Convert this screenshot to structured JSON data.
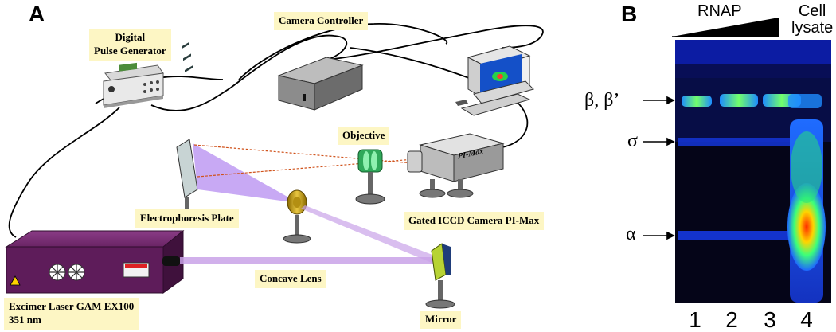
{
  "panel_a": {
    "letter": "A",
    "labels": {
      "pulse_generator_line1": "Digital",
      "pulse_generator_line2": "Pulse Generator",
      "camera_controller": "Camera Controller",
      "objective": "Objective",
      "electrophoresis_plate": "Electrophoresis Plate",
      "camera": "Gated ICCD Camera PI-Max",
      "concave_lens": "Concave Lens",
      "laser_line1": "Excimer Laser GAM EX100",
      "laser_line2": "351 nm",
      "mirror": "Mirror",
      "camera_brand": "PI-Max"
    },
    "colors": {
      "laser_body": "#5e1c5a",
      "laser_beam": "#c9a2e8",
      "label_bg": "#fdf6c4"
    }
  },
  "panel_b": {
    "letter": "B",
    "header_rnap": "RNAP",
    "header_cell_line1": "Cell",
    "header_cell_line2": "lysate",
    "bands": [
      {
        "label": "β, β’"
      },
      {
        "label": "σ"
      },
      {
        "label": "α"
      }
    ],
    "lanes": [
      "1",
      "2",
      "3",
      "4"
    ]
  }
}
